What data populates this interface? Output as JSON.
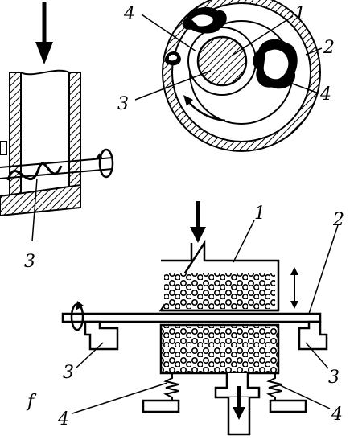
{
  "figure": {
    "panel_letter": "f",
    "mill_top_labels": {
      "one": "1",
      "two": "2",
      "three": "3",
      "four_upper": "4",
      "four_lower": "4"
    },
    "left_device_labels": {
      "three": "3"
    },
    "press_labels": {
      "one": "1",
      "two": "2",
      "three_left": "3",
      "three_right": "3",
      "four_left": "4",
      "four_right": "4"
    }
  }
}
